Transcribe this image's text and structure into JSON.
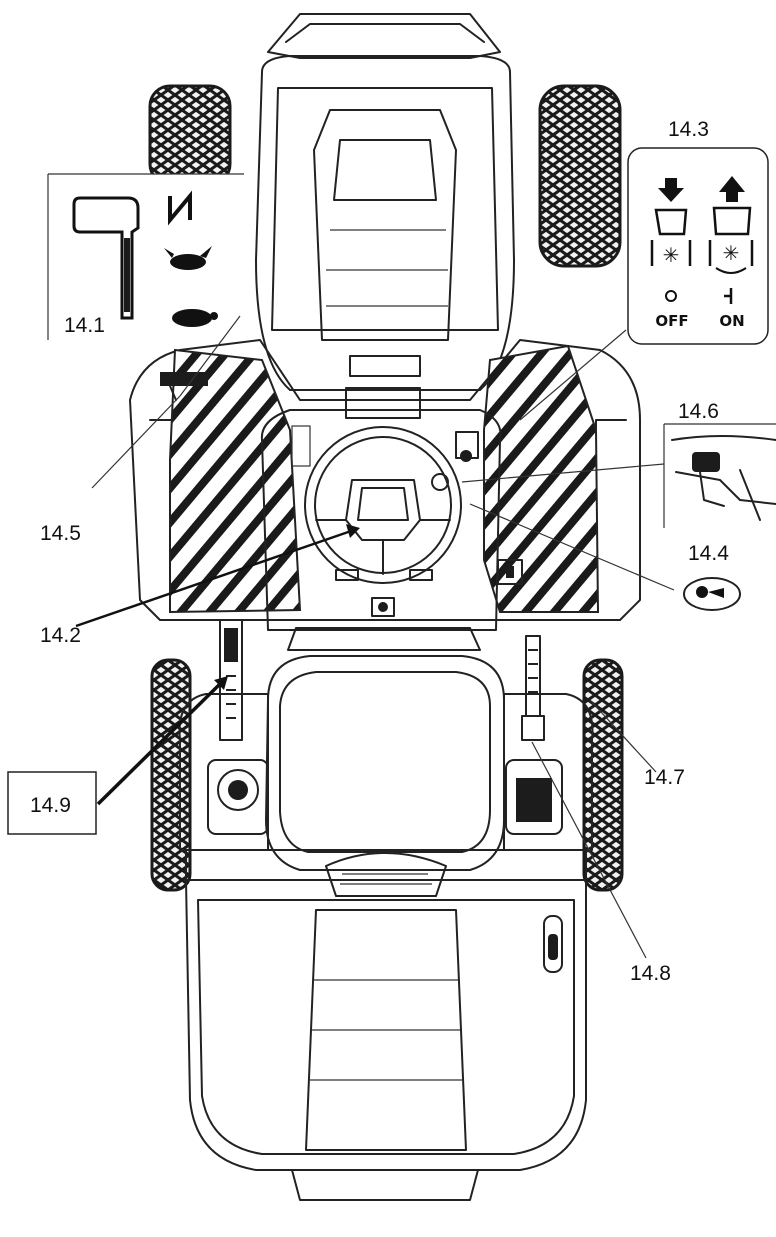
{
  "callouts": {
    "c14_1": "14.1",
    "c14_2": "14.2",
    "c14_3": "14.3",
    "c14_4": "14.4",
    "c14_5": "14.5",
    "c14_6": "14.6",
    "c14_7": "14.7",
    "c14_8": "14.8",
    "c14_9": "14.9"
  },
  "switch_panel": {
    "off_label": "OFF",
    "on_label": "ON"
  },
  "icons": {
    "throttle": [
      "choke-icon",
      "rabbit-fast-icon",
      "turtle-slow-icon"
    ],
    "blade_switch": [
      "arrow-down-icon",
      "arrow-up-icon",
      "blade-engaged-icon",
      "power-off-icon",
      "power-on-icon"
    ],
    "fuel_cap": "fuel-cap-icon"
  },
  "colors": {
    "line": "#222222",
    "fill_dark": "#1c1c1c",
    "background": "#ffffff"
  }
}
